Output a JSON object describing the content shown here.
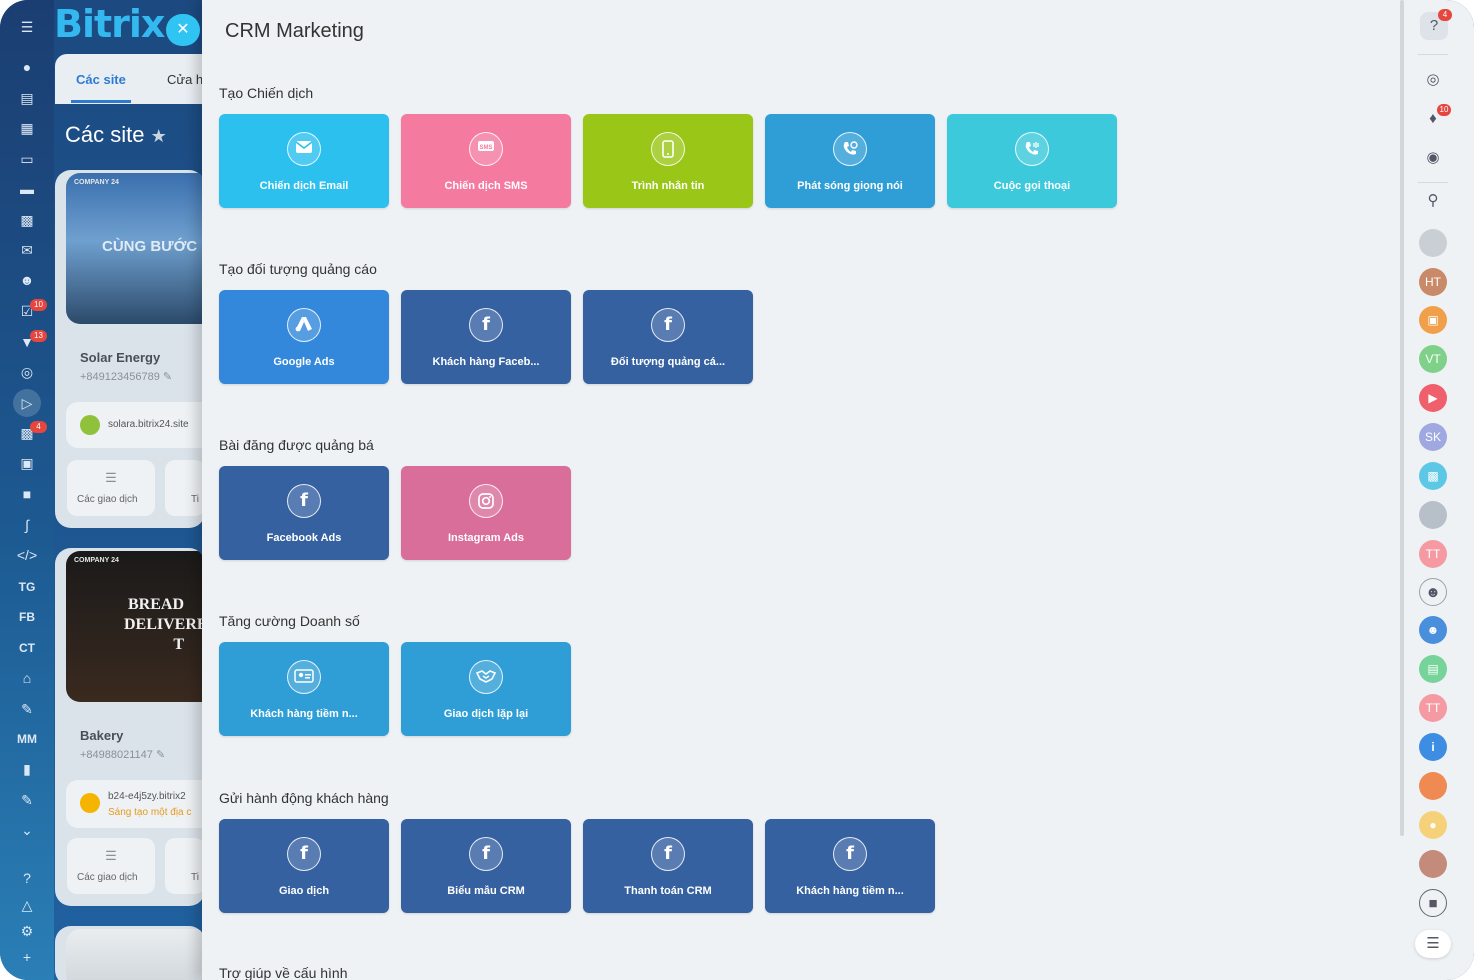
{
  "logo": "Bitrix",
  "left_nav": {
    "text_items": [
      "TG",
      "FB",
      "CT",
      "MM"
    ],
    "badges": {
      "tasks": "10",
      "filter": "13",
      "contacts": "4"
    }
  },
  "background": {
    "tabs": [
      "Các site",
      "Cửa h"
    ],
    "title": "Các site",
    "sites": [
      {
        "thumb_brand": "COMPANY 24",
        "thumb_headline": "CÙNG BƯỚC",
        "name": "Solar Energy",
        "phone": "+849123456789",
        "link": "solara.bitrix24.site",
        "action": "Các giao dịch",
        "action2": "Ti"
      },
      {
        "thumb_brand": "COMPANY 24",
        "thumb_headline": "BREAD DELIVERED T",
        "name": "Bakery",
        "phone": "+84988021147",
        "link": "b24-e4j5zy.bitrix2",
        "link_warning": "Sáng tạo một địa c",
        "action": "Các giao dịch",
        "action2": "Ti"
      }
    ]
  },
  "page": {
    "title": "CRM Marketing",
    "sections": [
      {
        "title": "Tạo Chiến dịch",
        "tiles": [
          {
            "label": "Chiến dịch Email",
            "icon": "email-icon",
            "color": "#2cc0ef"
          },
          {
            "label": "Chiến dịch SMS",
            "icon": "sms-icon",
            "color": "#f47aa0"
          },
          {
            "label": "Trình nhắn tin",
            "icon": "phone-icon",
            "color": "#9ac617"
          },
          {
            "label": "Phát sóng giọng nói",
            "icon": "voice-call-icon",
            "color": "#2f9ed6"
          },
          {
            "label": "Cuộc gọi thoại",
            "icon": "call-icon",
            "color": "#3cc9dc"
          }
        ]
      },
      {
        "title": "Tạo đối tượng quảng cáo",
        "tiles": [
          {
            "label": "Google Ads",
            "icon": "google-ads-icon",
            "color": "#3388dc"
          },
          {
            "label": "Khách hàng Faceb...",
            "icon": "facebook-icon",
            "color": "#3561a1"
          },
          {
            "label": "Đối tượng quảng cá...",
            "icon": "facebook-icon",
            "color": "#3561a1"
          }
        ]
      },
      {
        "title": "Bài đăng được quảng bá",
        "tiles": [
          {
            "label": "Facebook Ads",
            "icon": "facebook-icon",
            "color": "#3561a1"
          },
          {
            "label": "Instagram Ads",
            "icon": "instagram-icon",
            "color": "#d96e9a"
          }
        ]
      },
      {
        "title": "Tăng cường Doanh số",
        "tiles": [
          {
            "label": "Khách hàng tiềm n...",
            "icon": "contact-card-icon",
            "color": "#2f9ed6"
          },
          {
            "label": "Giao dịch lặp lại",
            "icon": "handshake-icon",
            "color": "#2f9ed6"
          }
        ]
      },
      {
        "title": "Gửi hành động khách hàng",
        "tiles": [
          {
            "label": "Giao dịch",
            "icon": "facebook-icon",
            "color": "#3561a1"
          },
          {
            "label": "Biểu mẫu CRM",
            "icon": "facebook-icon",
            "color": "#3561a1"
          },
          {
            "label": "Thanh toán CRM",
            "icon": "facebook-icon",
            "color": "#3561a1"
          },
          {
            "label": "Khách hàng tiềm n...",
            "icon": "facebook-icon",
            "color": "#3561a1"
          }
        ]
      },
      {
        "title": "Trợ giúp về cấu hình",
        "tiles": []
      }
    ]
  },
  "right_sidebar": {
    "help_badge": "4",
    "notifications_badge": "10",
    "avatars": [
      "HT",
      "VT",
      "SK",
      "TT",
      "TT"
    ]
  }
}
